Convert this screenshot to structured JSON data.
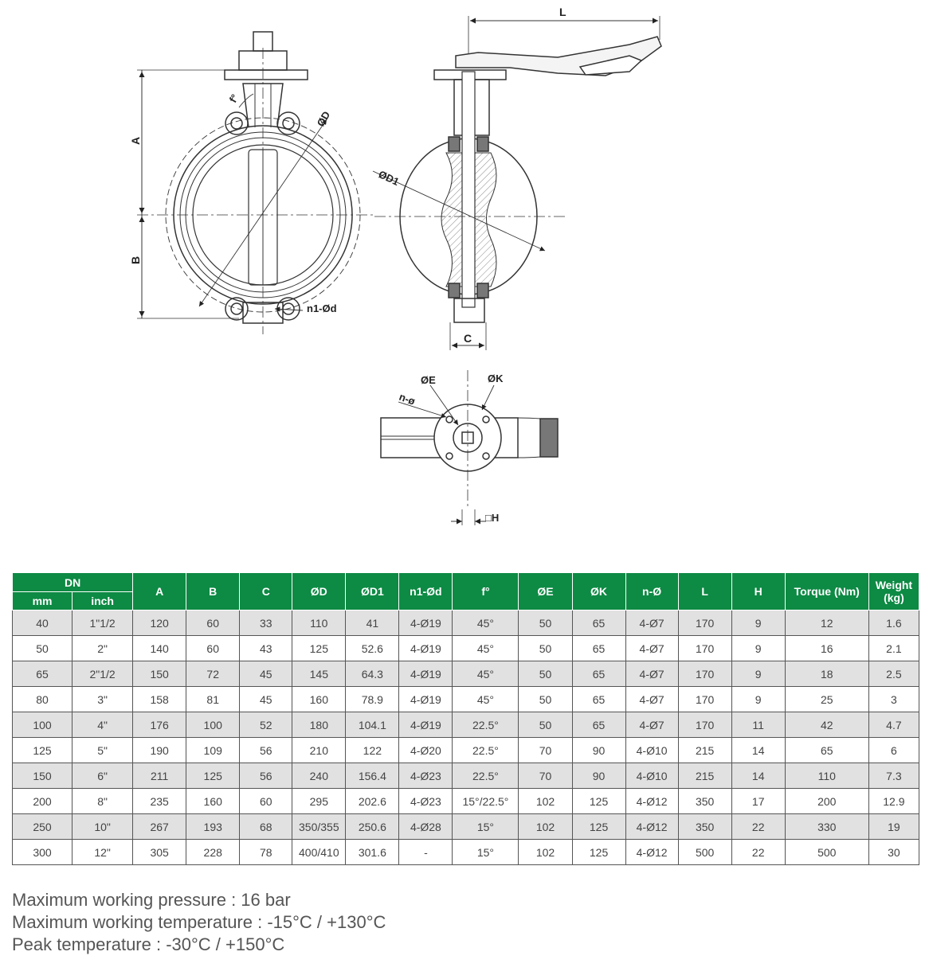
{
  "drawing": {
    "labels": {
      "A": "A",
      "B": "B",
      "f": "f°",
      "D": "ØD",
      "n1d": "n1-Ød",
      "L": "L",
      "D1": "ØD1",
      "C": "C",
      "E": "ØE",
      "K": "ØK",
      "n": "n-ø",
      "H": "□H"
    }
  },
  "table": {
    "group_header": "DN",
    "sub_headers": [
      "mm",
      "inch"
    ],
    "headers": [
      "A",
      "B",
      "C",
      "ØD",
      "ØD1",
      "n1-Ød",
      "f°",
      "ØE",
      "ØK",
      "n-Ø",
      "L",
      "H",
      "Torque (Nm)",
      "Weight (kg)"
    ],
    "rows": [
      [
        "40",
        "1\"1/2",
        "120",
        "60",
        "33",
        "110",
        "41",
        "4-Ø19",
        "45°",
        "50",
        "65",
        "4-Ø7",
        "170",
        "9",
        "12",
        "1.6"
      ],
      [
        "50",
        "2\"",
        "140",
        "60",
        "43",
        "125",
        "52.6",
        "4-Ø19",
        "45°",
        "50",
        "65",
        "4-Ø7",
        "170",
        "9",
        "16",
        "2.1"
      ],
      [
        "65",
        "2\"1/2",
        "150",
        "72",
        "45",
        "145",
        "64.3",
        "4-Ø19",
        "45°",
        "50",
        "65",
        "4-Ø7",
        "170",
        "9",
        "18",
        "2.5"
      ],
      [
        "80",
        "3\"",
        "158",
        "81",
        "45",
        "160",
        "78.9",
        "4-Ø19",
        "45°",
        "50",
        "65",
        "4-Ø7",
        "170",
        "9",
        "25",
        "3"
      ],
      [
        "100",
        "4\"",
        "176",
        "100",
        "52",
        "180",
        "104.1",
        "4-Ø19",
        "22.5°",
        "50",
        "65",
        "4-Ø7",
        "170",
        "11",
        "42",
        "4.7"
      ],
      [
        "125",
        "5\"",
        "190",
        "109",
        "56",
        "210",
        "122",
        "4-Ø20",
        "22.5°",
        "70",
        "90",
        "4-Ø10",
        "215",
        "14",
        "65",
        "6"
      ],
      [
        "150",
        "6\"",
        "211",
        "125",
        "56",
        "240",
        "156.4",
        "4-Ø23",
        "22.5°",
        "70",
        "90",
        "4-Ø10",
        "215",
        "14",
        "110",
        "7.3"
      ],
      [
        "200",
        "8\"",
        "235",
        "160",
        "60",
        "295",
        "202.6",
        "4-Ø23",
        "15°/22.5°",
        "102",
        "125",
        "4-Ø12",
        "350",
        "17",
        "200",
        "12.9"
      ],
      [
        "250",
        "10\"",
        "267",
        "193",
        "68",
        "350/355",
        "250.6",
        "4-Ø28",
        "15°",
        "102",
        "125",
        "4-Ø12",
        "350",
        "22",
        "330",
        "19"
      ],
      [
        "300",
        "12\"",
        "305",
        "228",
        "78",
        "400/410",
        "301.6",
        "-",
        "15°",
        "102",
        "125",
        "4-Ø12",
        "500",
        "22",
        "500",
        "30"
      ]
    ]
  },
  "notes": [
    "Maximum working pressure : 16 bar",
    "Maximum working temperature : -15°C / +130°C",
    "Peak temperature : -30°C / +150°C"
  ],
  "colors": {
    "header_bg": "#0d8a44",
    "row_alt": "#e1e1e1"
  }
}
